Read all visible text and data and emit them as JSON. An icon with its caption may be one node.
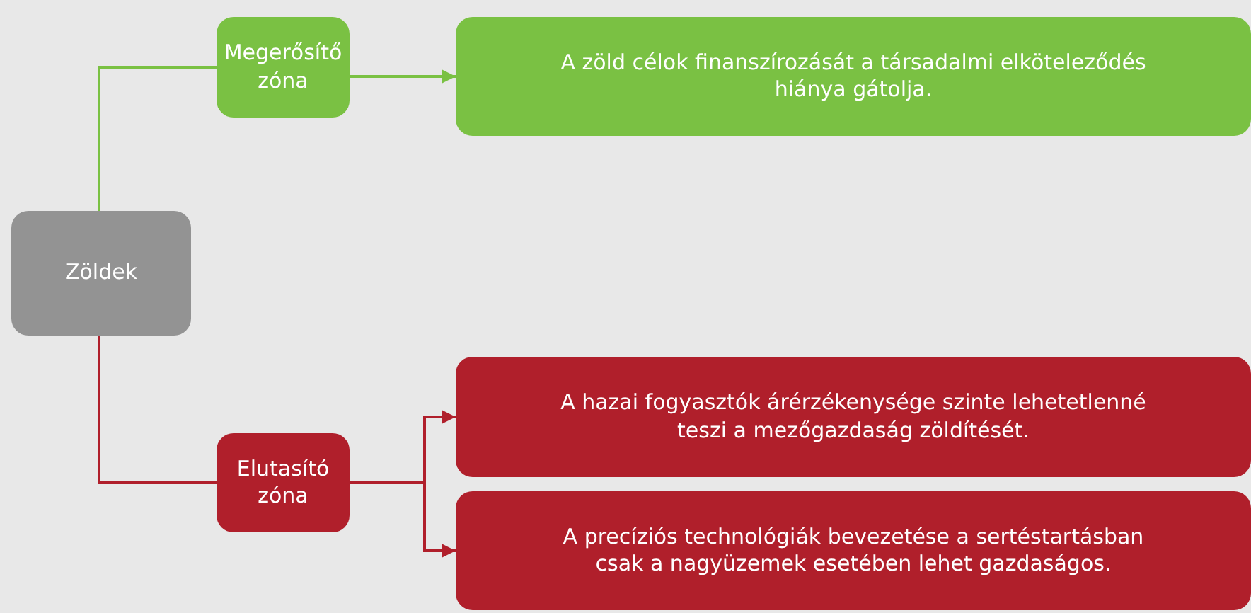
{
  "diagram": {
    "nodes": [
      {
        "text": [
          "Zöldek"
        ]
      },
      {
        "text": [
          "Megerősítő zóna"
        ]
      },
      {
        "text": [
          "A zöld célok finanszírozását a társadalmi elköteleződés hiánya gátolja."
        ]
      },
      {
        "text": [
          "Elutasító zóna"
        ]
      },
      {
        "text": [
          "A hazai fogyasztók árérzékenysége szinte lehetetlenné teszi a mezőgazdaság zöldítését."
        ]
      },
      {
        "text": [
          "A precíziós technológiák bevezetése a sertéstartásban csak a nagyüzemek esetében lehet gazdaságos."
        ]
      }
    ],
    "edges": [
      {
        "from": 0,
        "to": 1,
        "arrow": "none",
        "color": "#7ac143"
      },
      {
        "from": 1,
        "to": 2,
        "arrow": "to",
        "color": "#7ac143"
      },
      {
        "from": 0,
        "to": 3,
        "arrow": "none"
      },
      {
        "from": 3,
        "to": 4,
        "arrow": "to"
      },
      {
        "from": 3,
        "to": 5,
        "arrow": "to"
      }
    ]
  }
}
